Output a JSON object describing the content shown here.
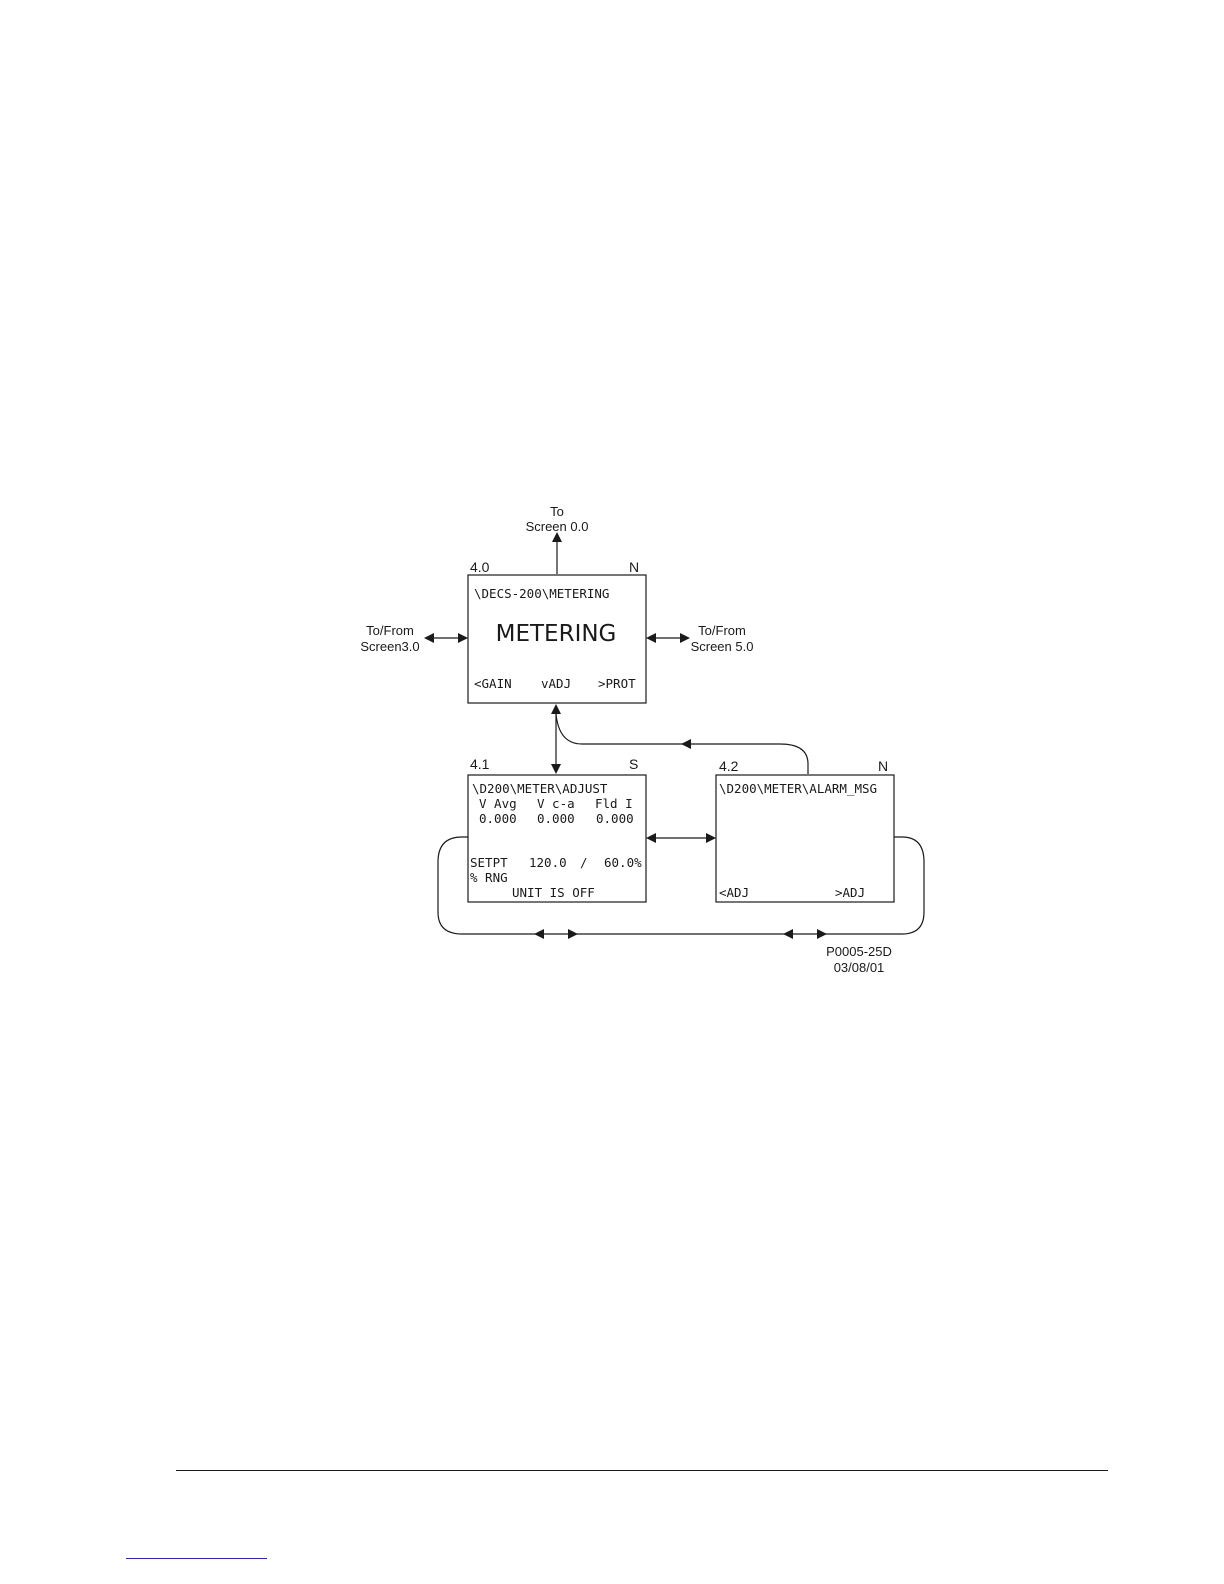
{
  "diagram": {
    "to_screen_0": {
      "line1": "To",
      "line2": "Screen 0.0"
    },
    "to_from_3": {
      "line1": "To/From",
      "line2": "Screen3.0"
    },
    "to_from_5": {
      "line1": "To/From",
      "line2": "Screen 5.0"
    },
    "screen_4_0": {
      "number": "4.0",
      "type": "N",
      "path": "\\DECS-200\\METERING",
      "title": "METERING",
      "nav_left": "<GAIN",
      "nav_down": "vADJ",
      "nav_right": ">PROT"
    },
    "screen_4_1": {
      "number": "4.1",
      "type": "S",
      "path": "\\D200\\METER\\ADJUST",
      "headers": [
        "V Avg",
        "V c-a",
        "Fld I"
      ],
      "values": [
        "0.000",
        "0.000",
        "0.000"
      ],
      "setpt_label": "SETPT",
      "setpt_value": "120.0",
      "setpt_sep": "/",
      "setpt_pct": "60.0%",
      "rng_label": "% RNG",
      "status": "UNIT IS OFF"
    },
    "screen_4_2": {
      "number": "4.2",
      "type": "N",
      "path": "\\D200\\METER\\ALARM_MSG",
      "nav_left": "<ADJ",
      "nav_right": ">ADJ"
    },
    "figure_id": {
      "line1": "P0005-25D",
      "line2": "03/08/01"
    }
  }
}
